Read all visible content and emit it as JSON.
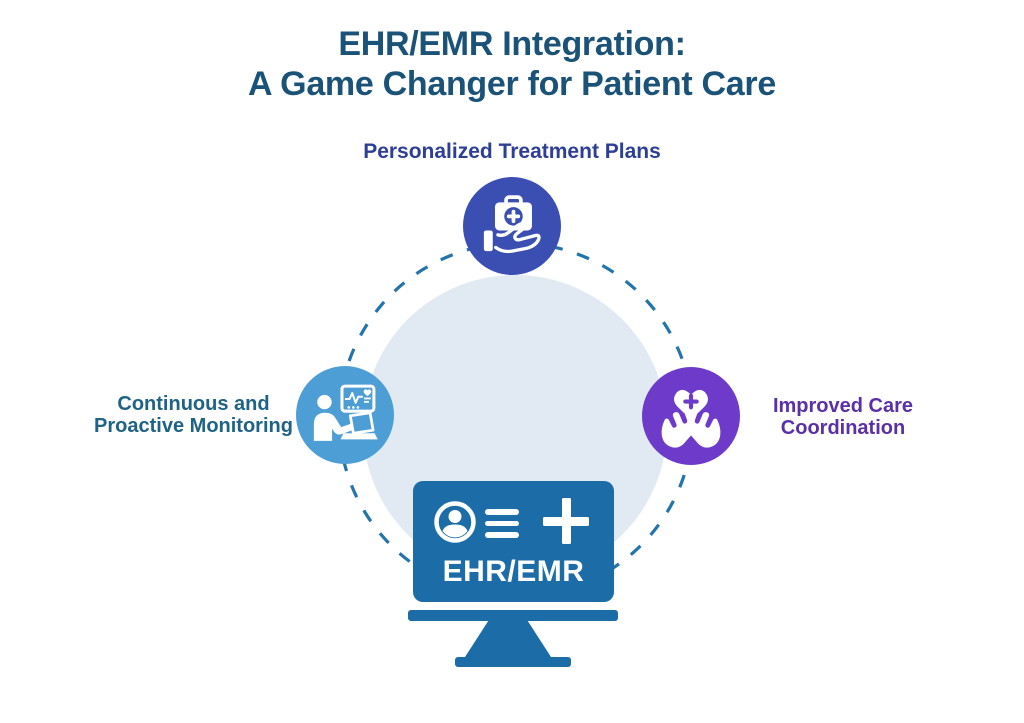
{
  "title": {
    "line1": "EHR/EMR Integration:",
    "line2": "A Game Changer for Patient Care"
  },
  "nodes": {
    "top": {
      "label": "Personalized Treatment Plans",
      "icon": "medical-kit-in-hand-icon",
      "circle_color": "#3B4FB3",
      "label_color": "#2D3F95"
    },
    "left": {
      "label_line1": "Continuous and",
      "label_line2": "Proactive Monitoring",
      "icon": "patient-monitoring-icon",
      "circle_color": "#4C9ED5",
      "label_color": "#1E6386"
    },
    "right": {
      "label_line1": "Improved Care",
      "label_line2": "Coordination",
      "icon": "hands-holding-heart-icon",
      "circle_color": "#6D3AC9",
      "label_color": "#5B2FA6"
    }
  },
  "monitor": {
    "label": "EHR/EMR",
    "color": "#1C6DA7",
    "icons": [
      "user-profile-icon",
      "menu-list-icon",
      "plus-icon"
    ]
  },
  "decor": {
    "center_circle_color": "#E1EAF3",
    "dashed_ring_color": "#2274AA",
    "title_color": "#1A5278",
    "background_color": "#FFFFFF"
  }
}
